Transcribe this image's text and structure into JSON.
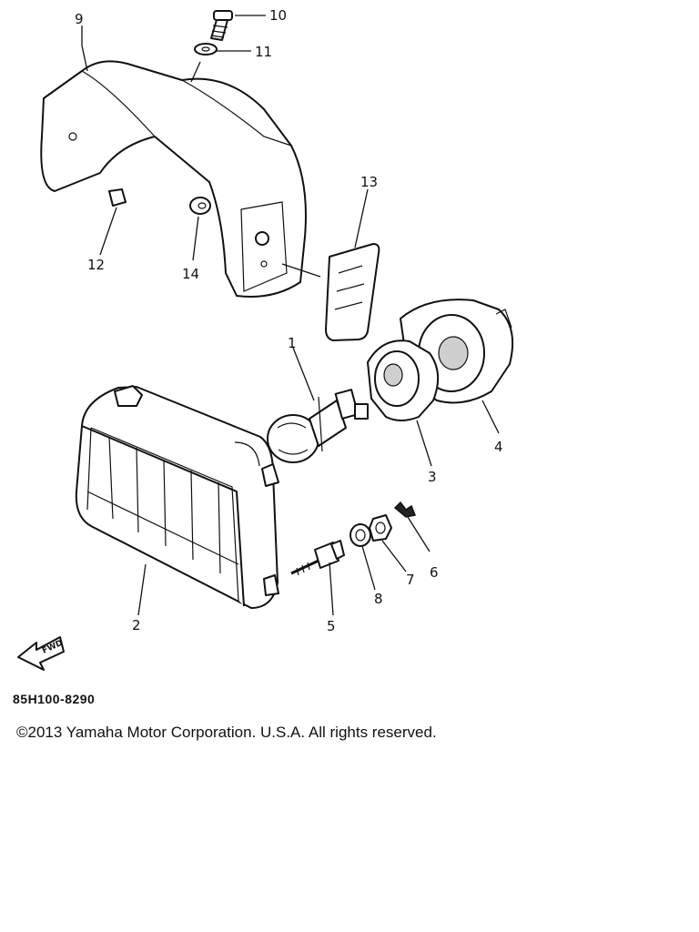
{
  "callouts": {
    "p1": "1",
    "p2": "2",
    "p3": "3",
    "p4": "4",
    "p5": "5",
    "p6": "6",
    "p7": "7",
    "p8": "8",
    "p9": "9",
    "p10": "10",
    "p11": "11",
    "p12": "12",
    "p13": "13",
    "p14": "14"
  },
  "fwd_arrow_label": "FWD",
  "diagram_code": "85H100-8290",
  "copyright": "©2013 Yamaha Motor Corporation. U.S.A. All rights reserved."
}
